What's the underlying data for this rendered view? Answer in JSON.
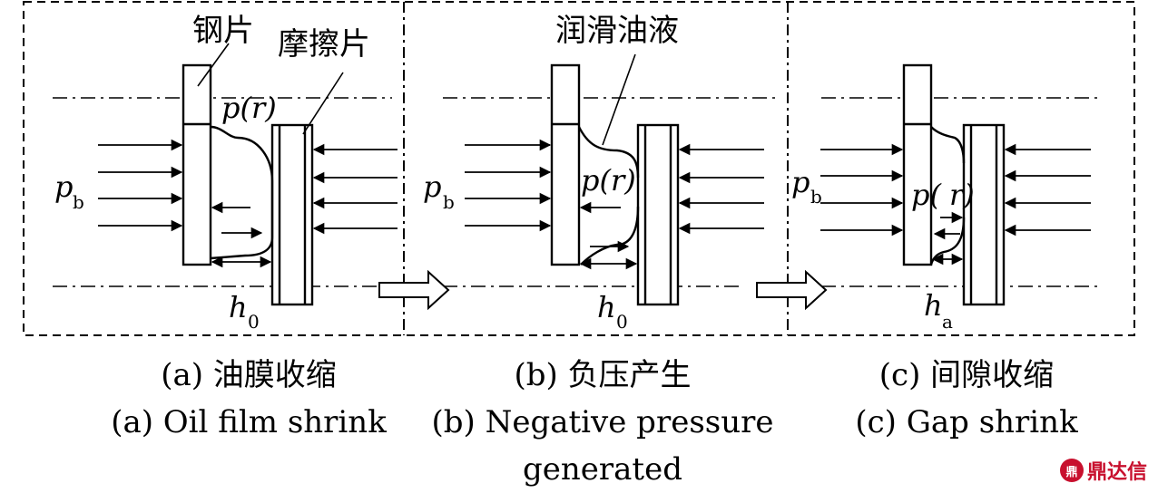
{
  "labels": {
    "steel_plate": "钢片",
    "friction_plate": "摩擦片",
    "lubricant": "润滑油液",
    "pressure_a": "p(r)",
    "pressure_b": "p(r)",
    "pressure_c": "p(",
    "pressure_c2": "r)",
    "pb_main": "p",
    "pb_sub": "b",
    "h0_main": "h",
    "h0_sub": "0",
    "ha_main": "h",
    "ha_sub": "a"
  },
  "captions": {
    "a_cn": "(a) 油膜收缩",
    "a_en": "(a) Oil film shrink",
    "b_cn": "(b) 负压产生",
    "b_en_1": "(b) Negative pressure",
    "b_en_2": "generated",
    "c_cn": "(c) 间隙收缩",
    "c_en": "(c) Gap shrink"
  },
  "watermark": {
    "logo_text": "鼎",
    "text": "鼎达信"
  },
  "colors": {
    "ink": "#000000",
    "watermark": "#c8102e",
    "arrow_fill": "#ffffff"
  }
}
